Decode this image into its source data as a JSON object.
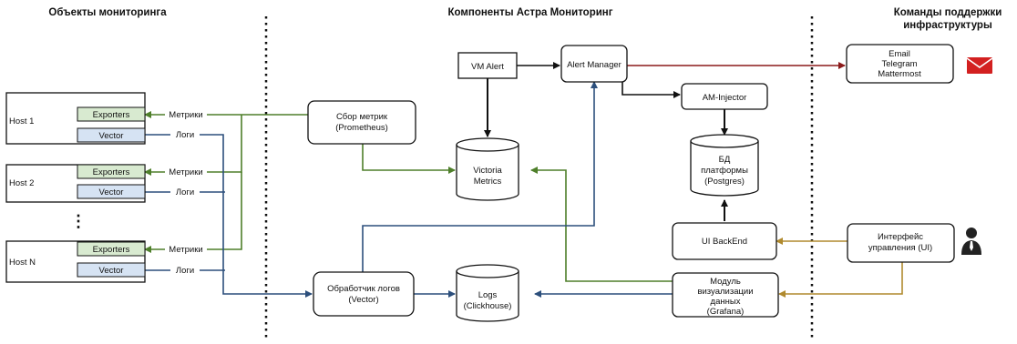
{
  "sections": {
    "left_title": "Объекты мониторинга",
    "middle_title": "Компоненты Астра Мониторинг",
    "right_title_line1": "Команды поддержки",
    "right_title_line2": "инфраструктуры"
  },
  "hosts": [
    {
      "name": "Host 1",
      "exporters": "Exporters",
      "vector": "Vector"
    },
    {
      "name": "Host 2",
      "exporters": "Exporters",
      "vector": "Vector"
    },
    {
      "name": "Host N",
      "exporters": "Exporters",
      "vector": "Vector"
    }
  ],
  "hosts_ellipsis": "⋮",
  "edge_labels": {
    "metrics": "Метрики",
    "logs": "Логи"
  },
  "nodes": {
    "metrics_collector": {
      "line1": "Сбор метрик",
      "line2": "(Prometheus)"
    },
    "vm_alert": "VM Alert",
    "alert_manager": "Alert Manager",
    "am_injector": "AM-Injector",
    "victoria_metrics": {
      "line1": "Victoria",
      "line2": "Metrics"
    },
    "db_platform": {
      "line1": "БД",
      "line2": "платформы",
      "line3": "(Postgres)"
    },
    "ui_backend": "UI BackEnd",
    "log_processor": {
      "line1": "Обработчик логов",
      "line2": "(Vector)"
    },
    "logs_db": {
      "line1": "Logs",
      "line2": "(Clickhouse)"
    },
    "visualization": {
      "line1": "Модуль",
      "line2": "визуализации",
      "line3": "данных",
      "line4": "(Grafana)"
    },
    "notifications": {
      "line1": "Email",
      "line2": "Telegram",
      "line3": "Mattermost"
    },
    "ui": {
      "line1": "Интерфейс",
      "line2": "управления (UI)"
    }
  },
  "icons": {
    "mail": "mail-icon",
    "user": "user-icon"
  },
  "colors": {
    "metrics_green": "#4e7f2a",
    "logs_blue": "#2c4f7c",
    "alert_red": "#8b1a1a",
    "ui_gold": "#b08a2e",
    "exporters_fill": "#d8ead0",
    "vector_fill": "#d6e3f3",
    "mail_red": "#d32020"
  }
}
